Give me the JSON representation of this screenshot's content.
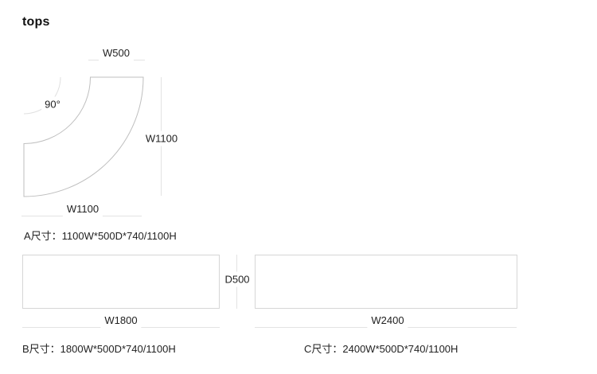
{
  "title": "tops",
  "colors": {
    "shape_outline": "#bfbfbf",
    "dimension_line": "#e3e3e3",
    "angle_arc": "#e0e0e0",
    "rect_border": "#d6d6d6",
    "text": "#222222",
    "background": "#ffffff"
  },
  "diagram_a": {
    "name": "A",
    "angle_label": "90°",
    "top_width_label": "W500",
    "right_width_label": "W1100",
    "bottom_width_label": "W1100",
    "caption": "A尺寸：1100W*500D*740/1100H"
  },
  "diagram_b": {
    "name": "B",
    "width_label": "W1800",
    "caption": "B尺寸：1800W*500D*740/1100H"
  },
  "diagram_c": {
    "name": "C",
    "width_label": "W2400",
    "caption": "C尺寸：2400W*500D*740/1100H"
  },
  "shared": {
    "depth_label": "D500"
  }
}
